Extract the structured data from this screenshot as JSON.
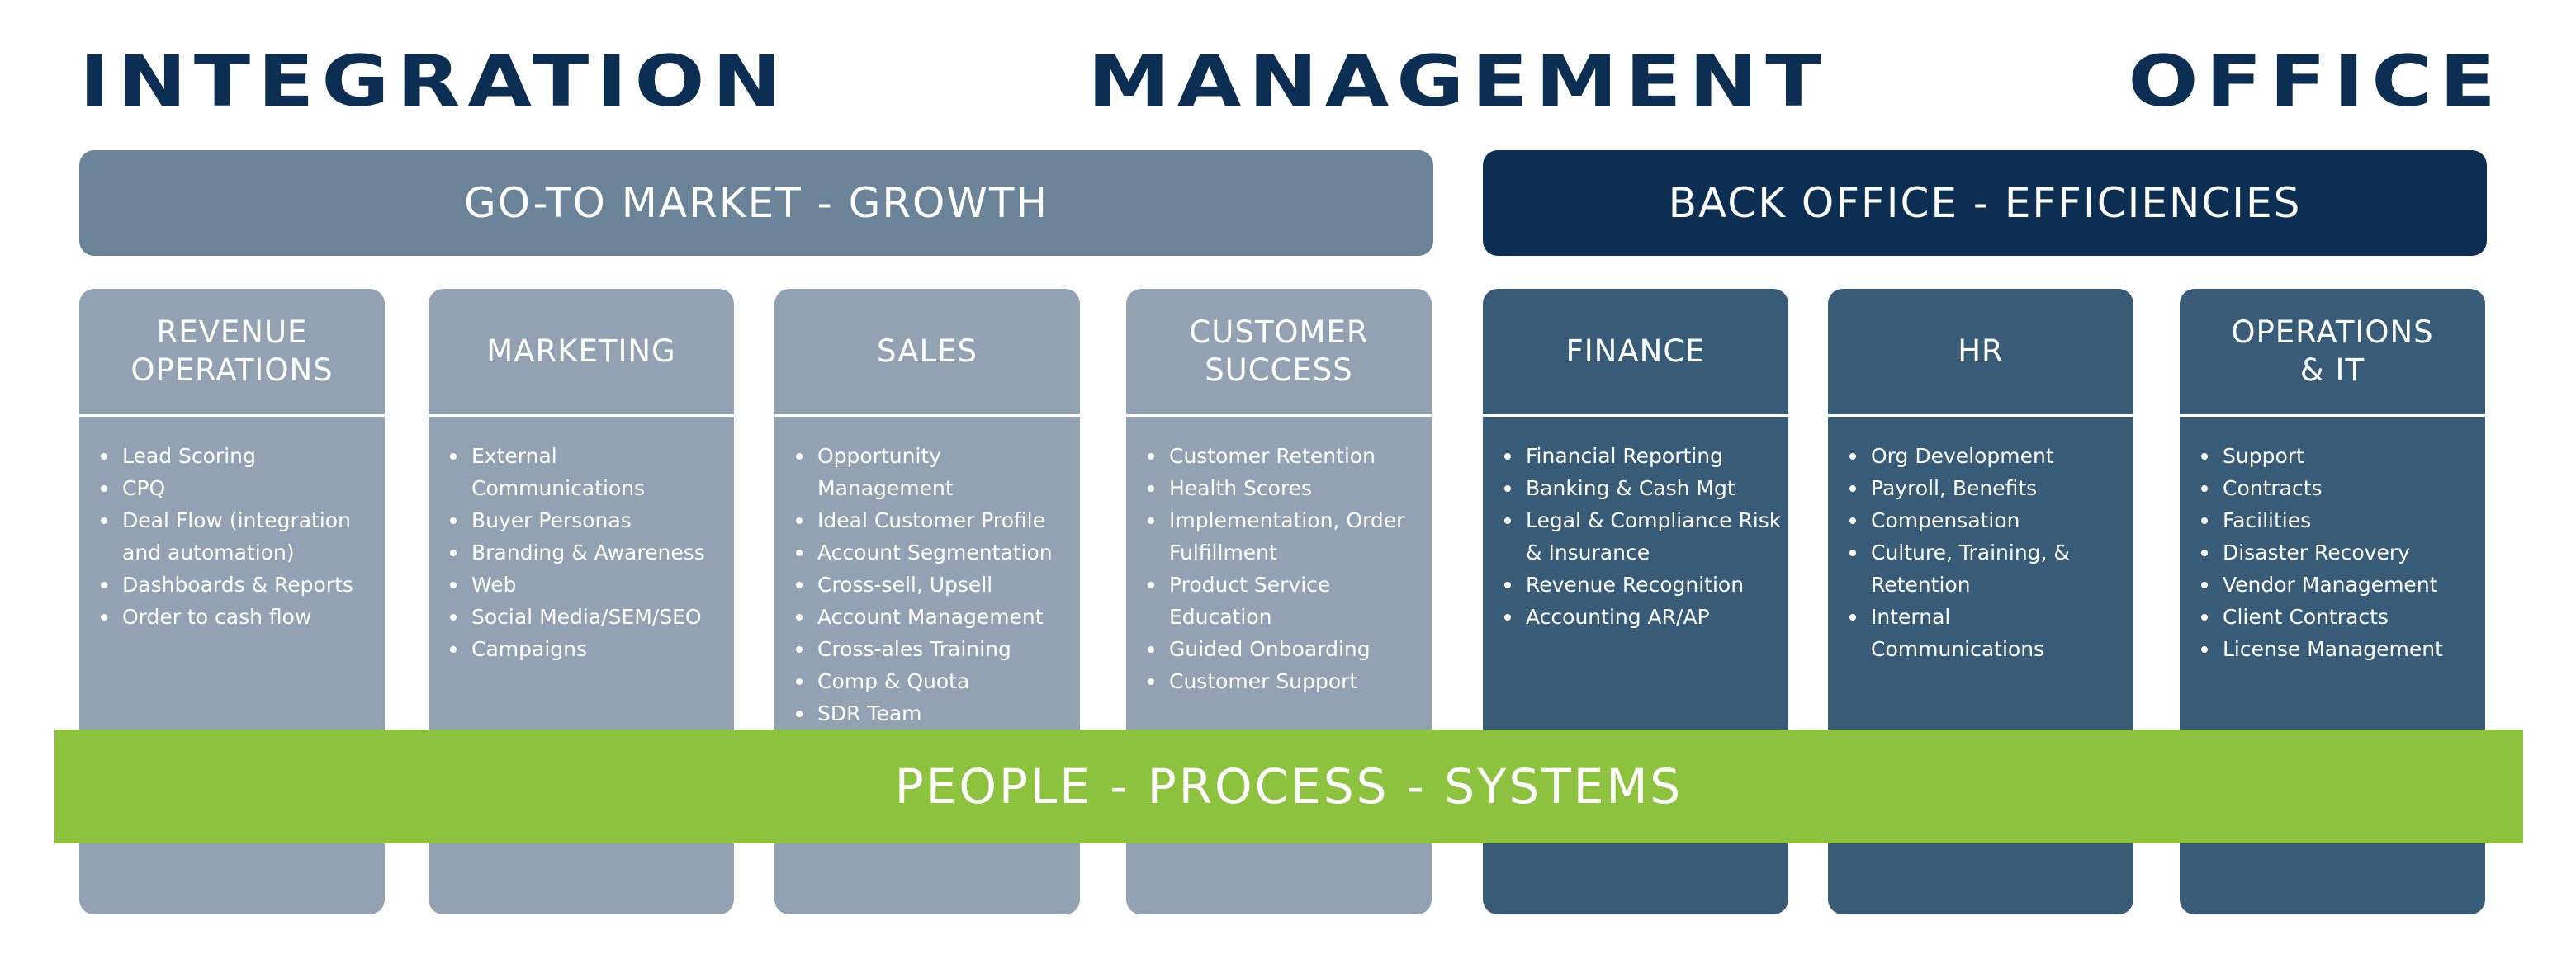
{
  "title": "INTEGRATION MANAGEMENT OFFICE",
  "groups": {
    "go_to_market": {
      "label": "GO-TO MARKET - GROWTH",
      "color": "#6a8399"
    },
    "back_office": {
      "label": "BACK OFFICE - EFFICIENCIES",
      "color": "#0b2e52"
    }
  },
  "columns": [
    {
      "title": "REVENUE\nOPERATIONS",
      "group": "go_to_market",
      "items": [
        "Lead Scoring",
        "CPQ",
        "Deal Flow (integration and automation)",
        "Dashboards & Reports",
        "Order to cash flow"
      ]
    },
    {
      "title": "MARKETING",
      "group": "go_to_market",
      "items": [
        "External Communications",
        "Buyer Personas",
        "Branding & Awareness",
        "Web",
        "Social Media/SEM/SEO",
        "Campaigns"
      ]
    },
    {
      "title": "SALES",
      "group": "go_to_market",
      "items": [
        "Opportunity Management",
        "Ideal Customer Profile",
        "Account Segmentation",
        "Cross-sell, Upsell",
        "Account Management",
        "Cross-ales Training",
        "Comp & Quota",
        "SDR Team"
      ]
    },
    {
      "title": "CUSTOMER\nSUCCESS",
      "group": "go_to_market",
      "items": [
        "Customer Retention",
        "Health Scores",
        "Implementation, Order Fulfillment",
        "Product Service Education",
        "Guided Onboarding",
        "Customer Support"
      ]
    },
    {
      "title": "FINANCE",
      "group": "back_office",
      "items": [
        "Financial Reporting",
        "Banking & Cash Mgt",
        "Legal & Compliance Risk & Insurance",
        "Revenue Recognition",
        "Accounting AR/AP"
      ]
    },
    {
      "title": "HR",
      "group": "back_office",
      "items": [
        "Org Development",
        "Payroll, Benefits",
        "Compensation",
        "Culture, Training, & Retention",
        "Internal Communications"
      ]
    },
    {
      "title": "OPERATIONS\n& IT",
      "group": "back_office",
      "items": [
        "Support",
        "Contracts",
        "Facilities",
        "Disaster Recovery",
        "Vendor Management",
        "Client Contracts",
        "License Management"
      ]
    }
  ],
  "footer_band": {
    "label": "PEOPLE - PROCESS - SYSTEMS",
    "color": "#8dc23f"
  },
  "colors": {
    "title": "#0b2e52",
    "go_to_market_column": "#93a2b2",
    "back_office_column": "#385b78",
    "text_on_dark": "#ffffff"
  }
}
